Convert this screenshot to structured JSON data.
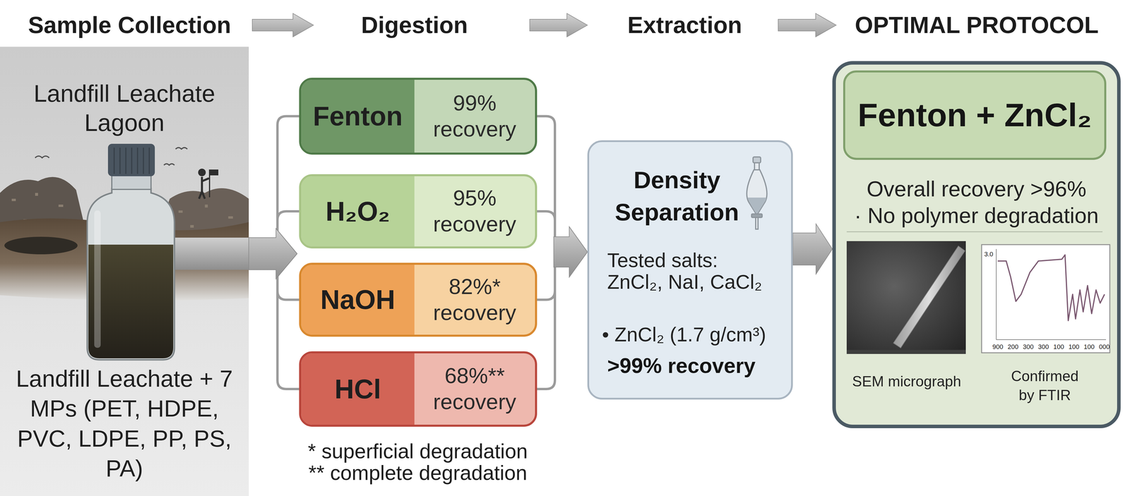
{
  "diagram": {
    "nodes": [
      {
        "text": [
          "Landfill Leachate Lagoon",
          "Landfill Leachate + 7 MPs (PET, HDPE, PVC, LDPE, PP, PS, PA)"
        ]
      },
      {
        "text": [
          "Fenton",
          "99% recovery"
        ]
      },
      {
        "text": [
          "H₂O₂",
          "95% recovery"
        ]
      },
      {
        "text": [
          "NaOH",
          "82%* recovery"
        ]
      },
      {
        "text": [
          "HCl",
          "68%** recovery"
        ]
      },
      {
        "text": [
          "Density Separation",
          "Tested salts:",
          "ZnCl₂, NaI, CaCl₂",
          "• ZnCl₂ (1.7 g/cm³)",
          ">99% recovery"
        ]
      },
      {
        "text": [
          "Overall recovery >96%",
          "· No polymer degradation",
          "SEM micrograph",
          "Confirmed by FTIR"
        ]
      },
      {
        "text": [
          "Fenton + ZnCl₂"
        ],
        "in": 6
      }
    ],
    "edges": [
      {
        "from": 0,
        "to": 1,
        "arrow": "to"
      },
      {
        "from": 0,
        "to": 2,
        "arrow": "to"
      },
      {
        "from": 0,
        "to": 3,
        "arrow": "to"
      },
      {
        "from": 0,
        "to": 4,
        "arrow": "to"
      },
      {
        "from": 1,
        "to": 5,
        "arrow": "to"
      },
      {
        "from": 2,
        "to": 5,
        "arrow": "to"
      },
      {
        "from": 3,
        "to": 5,
        "arrow": "to"
      },
      {
        "from": 4,
        "to": 5,
        "arrow": "to"
      },
      {
        "from": 5,
        "to": 6,
        "arrow": "to"
      }
    ],
    "labels": [
      "Sample Collection",
      "Digestion",
      "Extraction",
      "OPTIMAL PROTOCOL",
      "* superficial degradation",
      "** complete degradation",
      "3.0",
      "900",
      "200",
      "300",
      "300",
      "100",
      "100",
      "100",
      "000"
    ]
  }
}
